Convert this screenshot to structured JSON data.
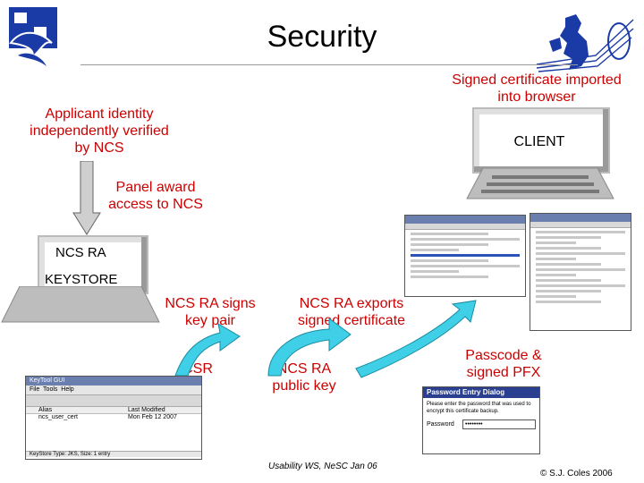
{
  "title": "Security",
  "labels": {
    "applicant": "Applicant identity independently verified by NCS",
    "signed_imported": "Signed certificate imported into browser",
    "client": "CLIENT",
    "panel": "Panel award access to NCS",
    "ncs_ra": "NCS RA",
    "keystore": "KEYSTORE",
    "signs": "NCS RA signs key pair",
    "exports": "NCS RA exports signed certificate",
    "csr": "CSR",
    "public_key": "NCS RA public key",
    "passcode": "Passcode & signed PFX"
  },
  "keytool": {
    "title": "KeyTool GUI",
    "menu": [
      "File",
      "Tools",
      "Help"
    ],
    "col_alias": "Alias",
    "col_modified": "Last Modified",
    "row_alias": "ncs_user_cert",
    "row_date": "Mon Feb 12 2007",
    "status": "KeyStore Type: JKS, Size: 1 entry"
  },
  "password_dialog": {
    "title": "Password Entry Dialog",
    "prompt": "Please enter the password that was used to encrypt this certificate backup.",
    "label": "Password",
    "value": "••••••••"
  },
  "footer": {
    "left": "Usability WS, NeSC Jan 06",
    "right": "© S.J. Coles 2006"
  },
  "colors": {
    "accent_red": "#cc0000",
    "arrow_cyan": "#3fd0e8",
    "arrow_gray": "#c8c8c8"
  }
}
